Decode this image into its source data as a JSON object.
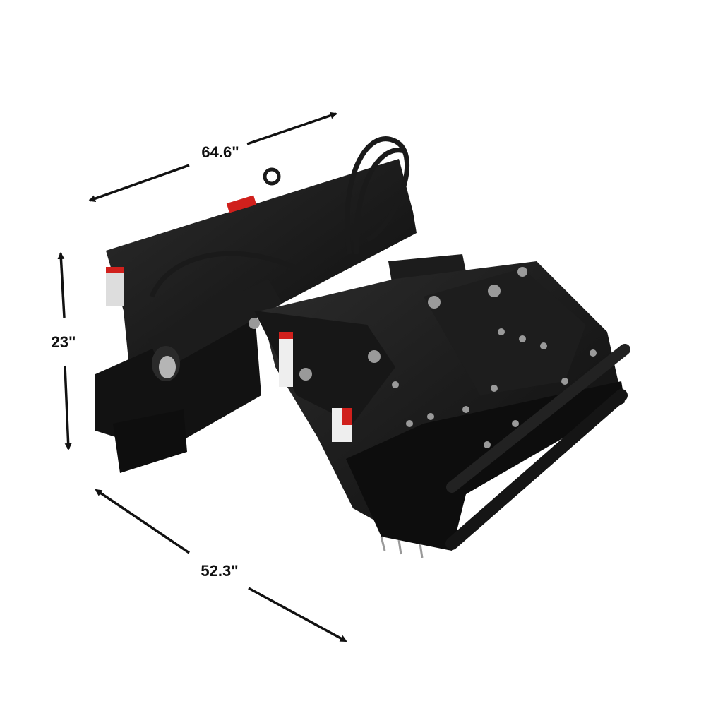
{
  "dimensions": {
    "width": "64.6\"",
    "height": "23\"",
    "depth": "52.3\""
  },
  "colors": {
    "arrow": "#111111",
    "body": "#141414",
    "highlight": "#3a3a3a",
    "label_red": "#d0201c"
  }
}
